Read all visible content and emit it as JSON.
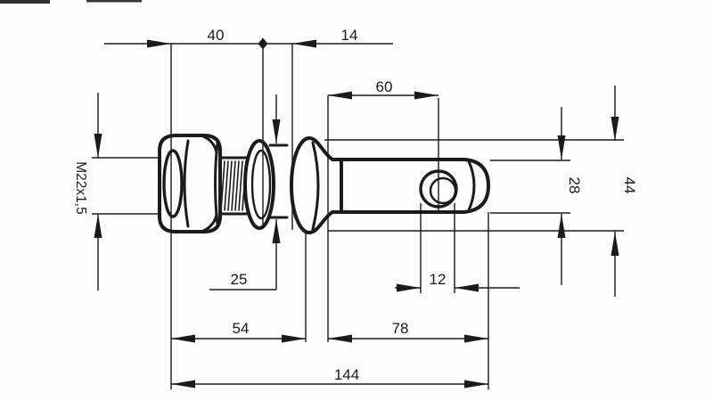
{
  "drawing": {
    "background": "#fdfdfd",
    "ink": "#1b1b1b",
    "labels": {
      "d40": "40",
      "d14": "14",
      "d60": "60",
      "thread": "M22x1,5",
      "d25": "25",
      "d12": "12",
      "d54": "54",
      "d78": "78",
      "d144": "144",
      "d28": "28",
      "d44": "44"
    }
  }
}
